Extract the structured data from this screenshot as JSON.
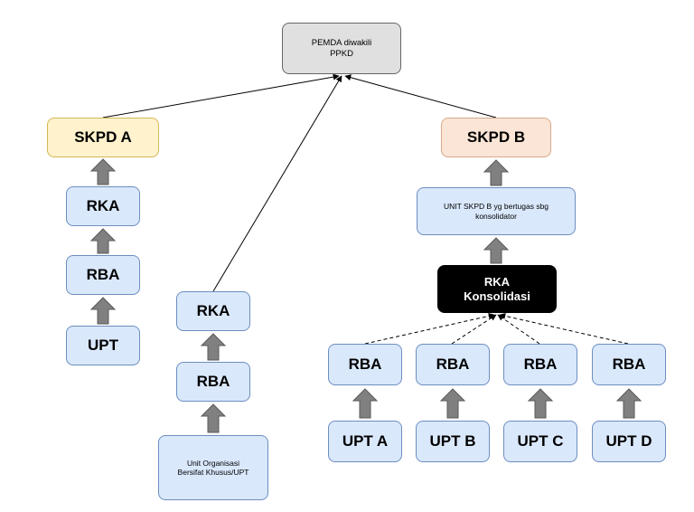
{
  "nodes": {
    "pemda": "PEMDA diwakili\nPPKD",
    "skpd_a": "SKPD A",
    "skpd_b": "SKPD B",
    "left": {
      "rka": "RKA",
      "rba": "RBA",
      "upt": "UPT"
    },
    "middle": {
      "rka": "RKA",
      "rba": "RBA",
      "unit": "Unit Organisasi\nBersifat Khusus/UPT"
    },
    "unit_skpd_b": "UNIT SKPD B yg bertugas sbg\nkonsolidator",
    "rka_konsolidasi": "RKA\nKonsolidasi",
    "right_rba": [
      "RBA",
      "RBA",
      "RBA",
      "RBA"
    ],
    "right_upt": [
      "UPT A",
      "UPT B",
      "UPT C",
      "UPT D"
    ]
  },
  "colors": {
    "pemda_fill": "#e0e0e0",
    "skpd_a_fill": "#fff2cc",
    "skpd_b_fill": "#fbe5d6",
    "node_fill": "#dae8fc",
    "konsolidasi_fill": "#000000",
    "arrow_fill": "#808080"
  }
}
